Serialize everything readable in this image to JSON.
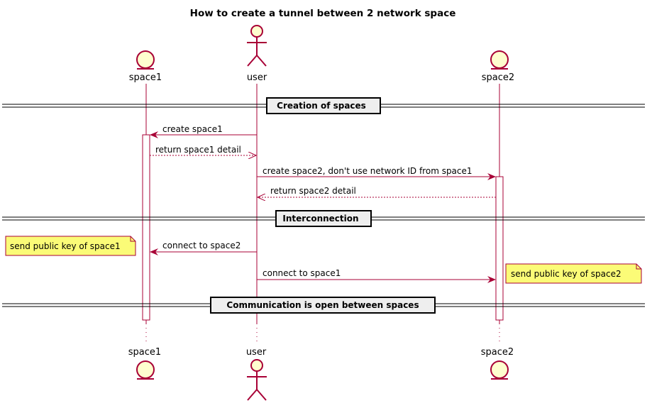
{
  "title": "How to create a tunnel between 2 network space",
  "participants": [
    {
      "key": "space1",
      "label": "space1",
      "kind": "entity"
    },
    {
      "key": "user",
      "label": "user",
      "kind": "actor"
    },
    {
      "key": "space2",
      "label": "space2",
      "kind": "entity"
    }
  ],
  "dividers": [
    {
      "label": "Creation of spaces"
    },
    {
      "label": "Interconnection"
    },
    {
      "label": "Communication is open between spaces"
    }
  ],
  "messages": [
    {
      "from": "user",
      "to": "space1",
      "label": "create space1",
      "style": "solid"
    },
    {
      "from": "space1",
      "to": "user",
      "label": "return space1 detail",
      "style": "dashed"
    },
    {
      "from": "user",
      "to": "space2",
      "label": "create space2,  don't use network ID from space1",
      "style": "solid"
    },
    {
      "from": "space2",
      "to": "user",
      "label": "return space2 detail",
      "style": "dashed"
    },
    {
      "from": "user",
      "to": "space1",
      "label": "connect to space2",
      "style": "solid"
    },
    {
      "from": "user",
      "to": "space2",
      "label": "connect to space1",
      "style": "solid"
    }
  ],
  "notes": [
    {
      "label": "send public key of space1",
      "attached_to": "space1",
      "side": "left"
    },
    {
      "label": "send public key of space2",
      "attached_to": "space2",
      "side": "right"
    }
  ],
  "colors": {
    "line": "#A80036",
    "participant_fill": "#FEFECE",
    "activation_fill": "#FFFFFF",
    "note_fill": "#FBFB77",
    "divider_fill": "#EEEEEE",
    "text": "#000000"
  }
}
